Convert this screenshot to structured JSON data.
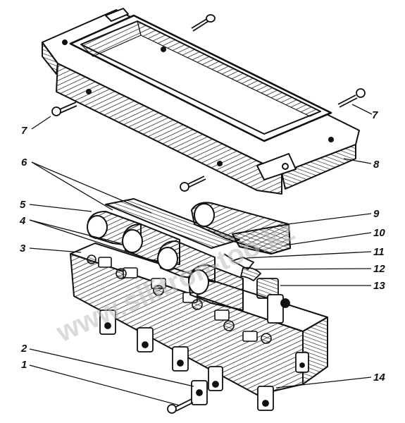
{
  "diagram": {
    "watermark": "www.silitron-too.kz",
    "callouts": [
      {
        "id": "c1",
        "text": "1"
      },
      {
        "id": "c2",
        "text": "2"
      },
      {
        "id": "c3",
        "text": "3"
      },
      {
        "id": "c4",
        "text": "4"
      },
      {
        "id": "c5",
        "text": "5"
      },
      {
        "id": "c6",
        "text": "6"
      },
      {
        "id": "c7a",
        "text": "7"
      },
      {
        "id": "c7b",
        "text": "7"
      },
      {
        "id": "c8",
        "text": "8"
      },
      {
        "id": "c9",
        "text": "9"
      },
      {
        "id": "c10",
        "text": "10"
      },
      {
        "id": "c11",
        "text": "11"
      },
      {
        "id": "c12",
        "text": "12"
      },
      {
        "id": "c13",
        "text": "13"
      },
      {
        "id": "c14",
        "text": "14"
      }
    ]
  },
  "colors": {
    "ink": "#111111",
    "paper": "#ffffff",
    "watermark": "#bdbdbd"
  }
}
